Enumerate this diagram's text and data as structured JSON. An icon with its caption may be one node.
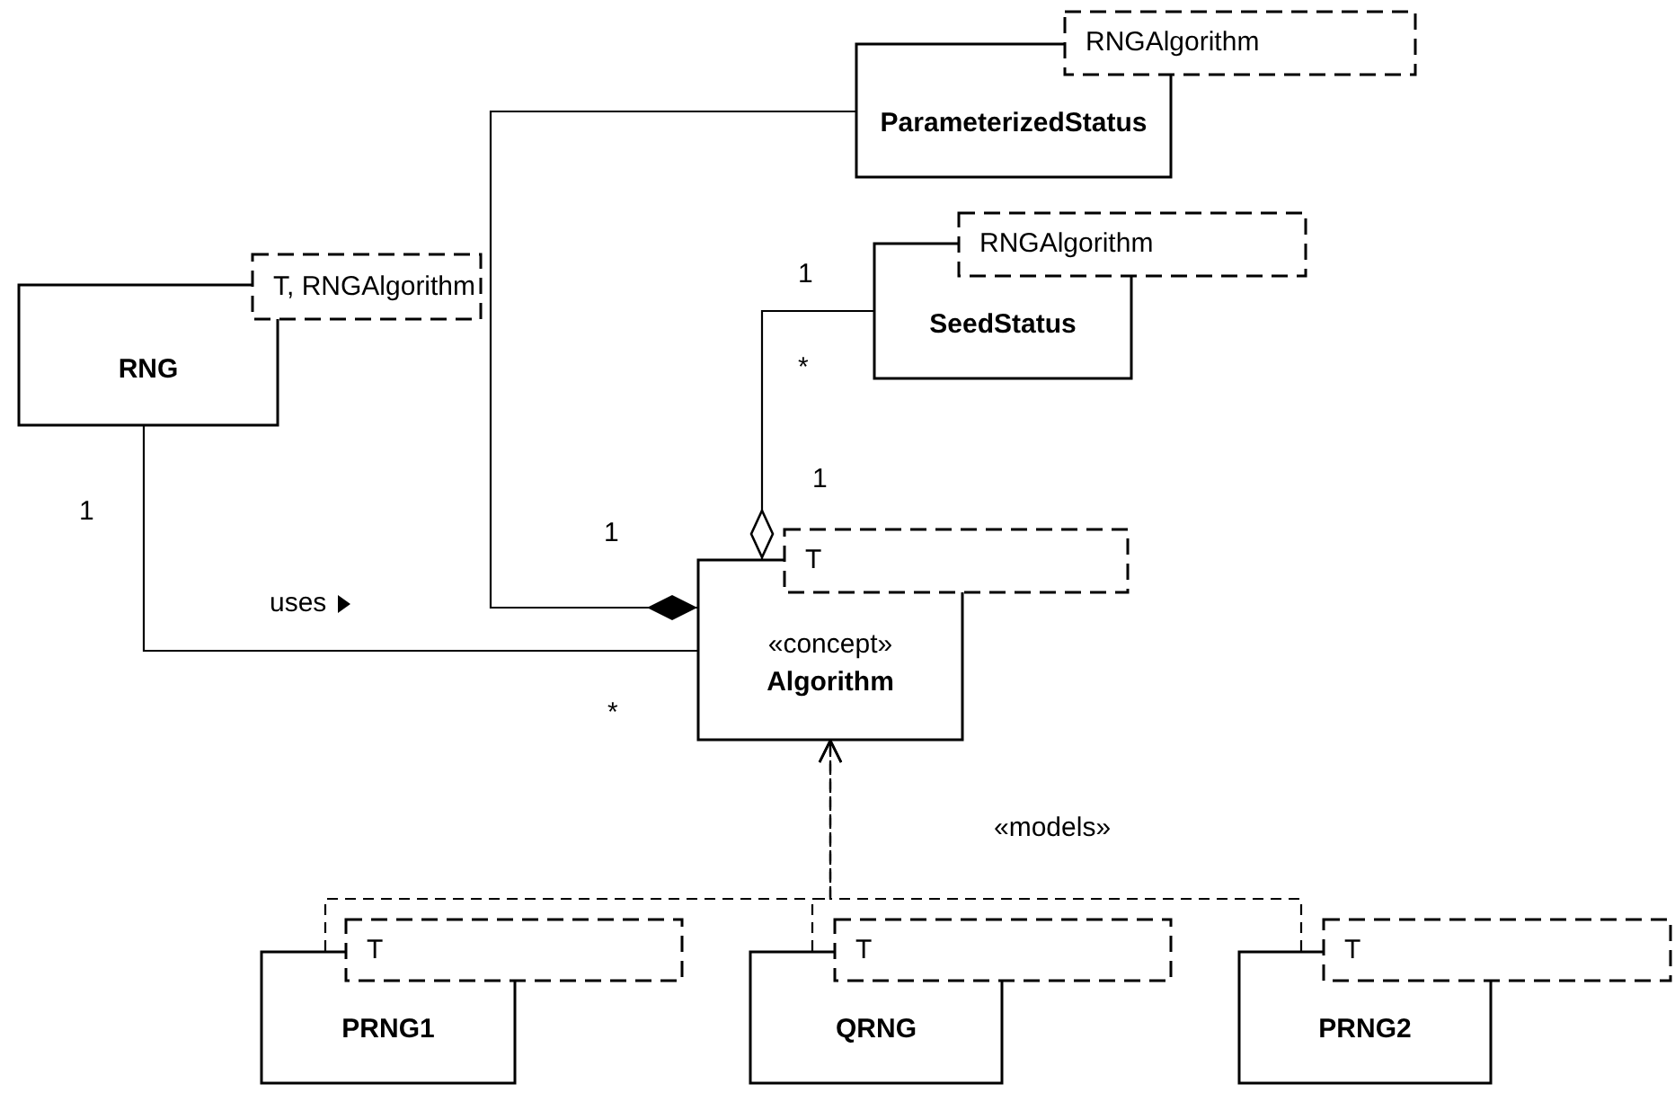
{
  "diagram": {
    "nodes": [
      {
        "text": [
          "RNGAlgorithm",
          "ParameterizedStatus"
        ]
      },
      {
        "text": [
          "RNGAlgorithm",
          "SeedStatus"
        ]
      },
      {
        "text": [
          "T, RNGAlgorithm",
          "RNG"
        ]
      },
      {
        "text": [
          "T",
          "«concept»",
          "Algorithm"
        ]
      },
      {
        "text": [
          "T",
          "PRNG1"
        ]
      },
      {
        "text": [
          "T",
          "QRNG"
        ]
      },
      {
        "text": [
          "T",
          "PRNG2"
        ]
      }
    ],
    "edges": [
      {
        "from": 0,
        "to": 3,
        "arrow": "other"
      },
      {
        "from": 1,
        "to": 3,
        "arrow": "other"
      },
      {
        "from": 2,
        "to": 3,
        "arrow": "none",
        "label": "uses"
      },
      {
        "from": 4,
        "to": 3,
        "arrow": "to",
        "style": "dashed"
      },
      {
        "from": 5,
        "to": 3,
        "arrow": "to",
        "style": "dashed"
      },
      {
        "from": 6,
        "to": 3,
        "arrow": "to",
        "style": "dashed"
      }
    ],
    "labels": [
      "1",
      "*",
      "1",
      "1",
      "1",
      "*",
      "«models»"
    ]
  }
}
